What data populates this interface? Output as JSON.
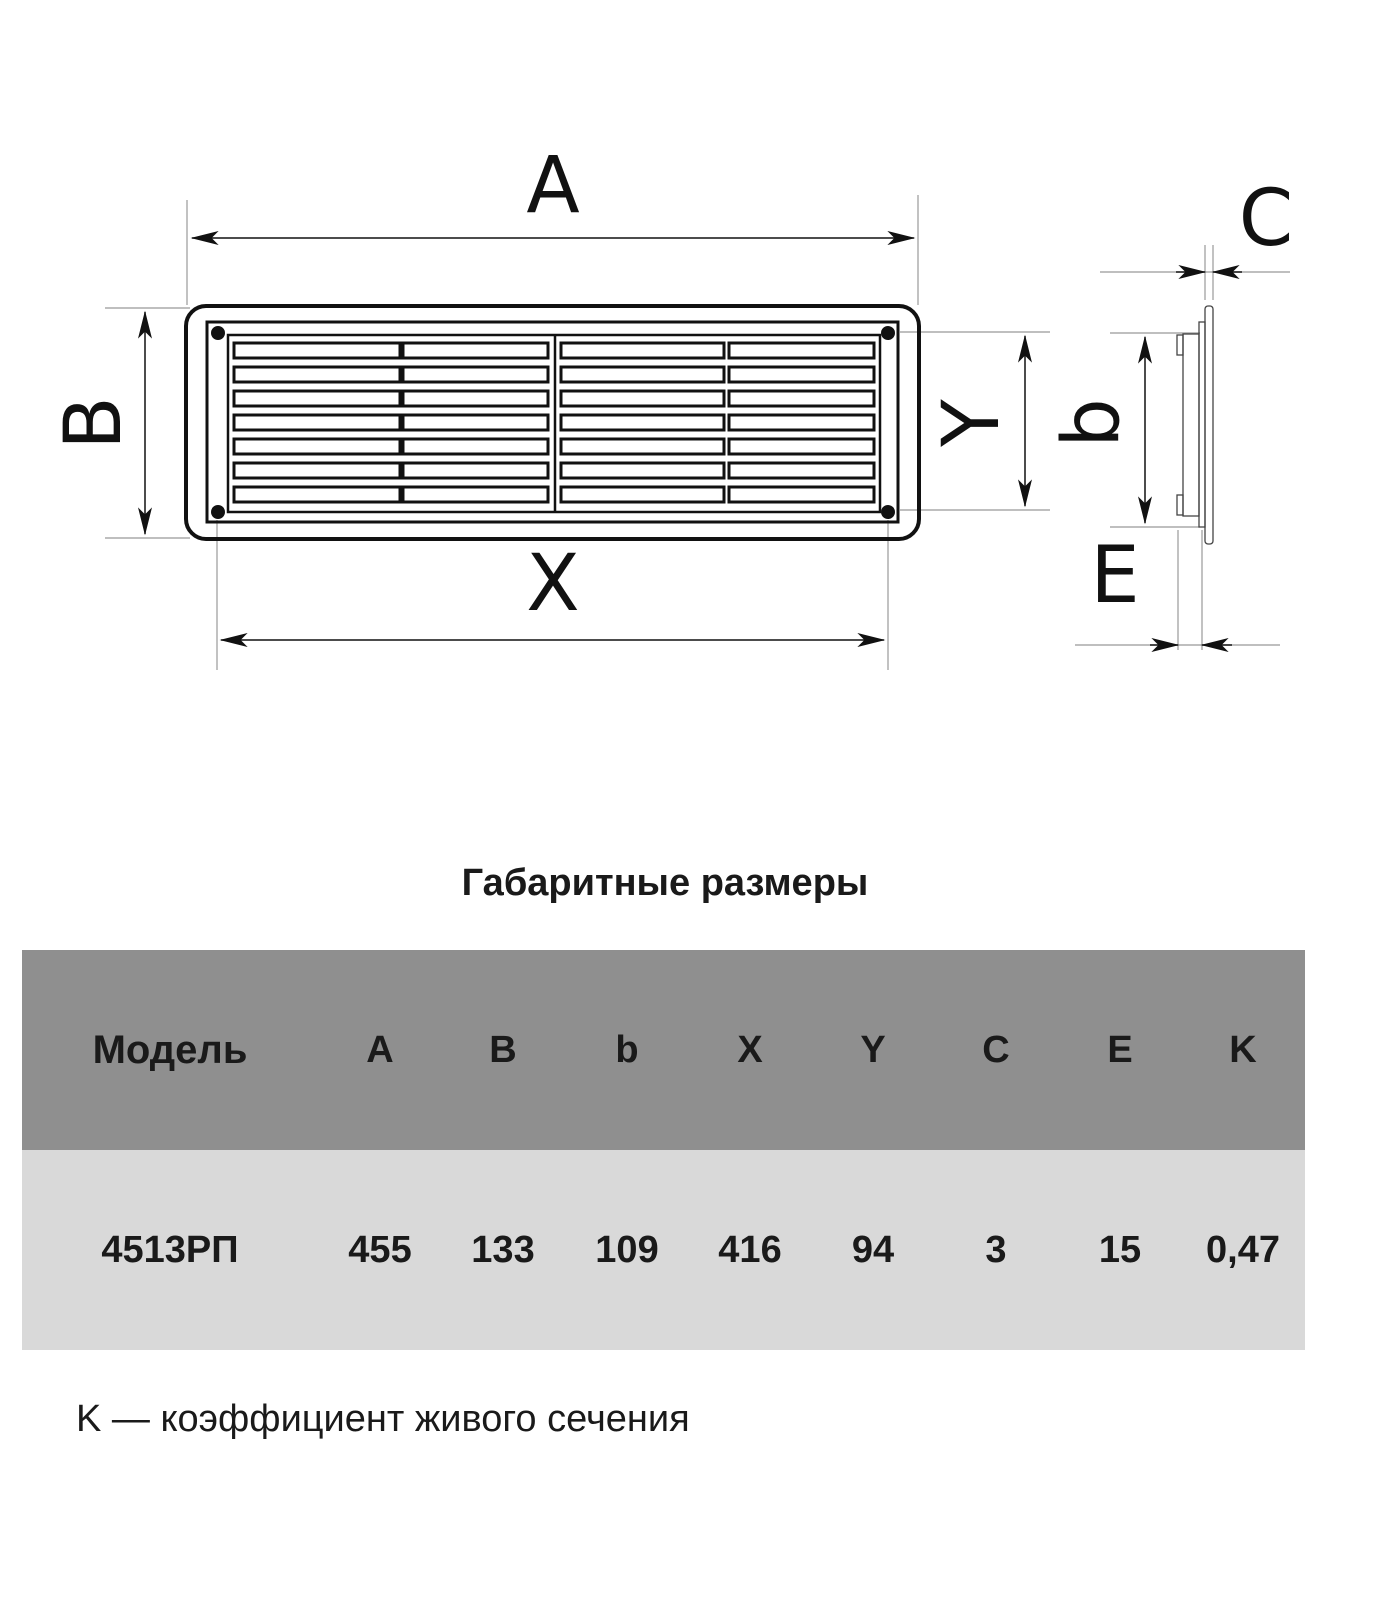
{
  "drawing": {
    "labels": {
      "A": "A",
      "B": "B",
      "X": "X",
      "Y": "Y",
      "C": "C",
      "b": "b",
      "E": "E"
    },
    "slat_rows": 7
  },
  "table": {
    "title": "Габаритные размеры",
    "headers": [
      "Модель",
      "A",
      "B",
      "b",
      "X",
      "Y",
      "C",
      "E",
      "K"
    ],
    "rows": [
      [
        "4513РП",
        "455",
        "133",
        "109",
        "416",
        "94",
        "3",
        "15",
        "0,47"
      ]
    ],
    "colors": {
      "header_bg": "#8f8f8f",
      "row_bg": "#d9d9d9"
    }
  },
  "note": "K — коэффициент живого сечения"
}
